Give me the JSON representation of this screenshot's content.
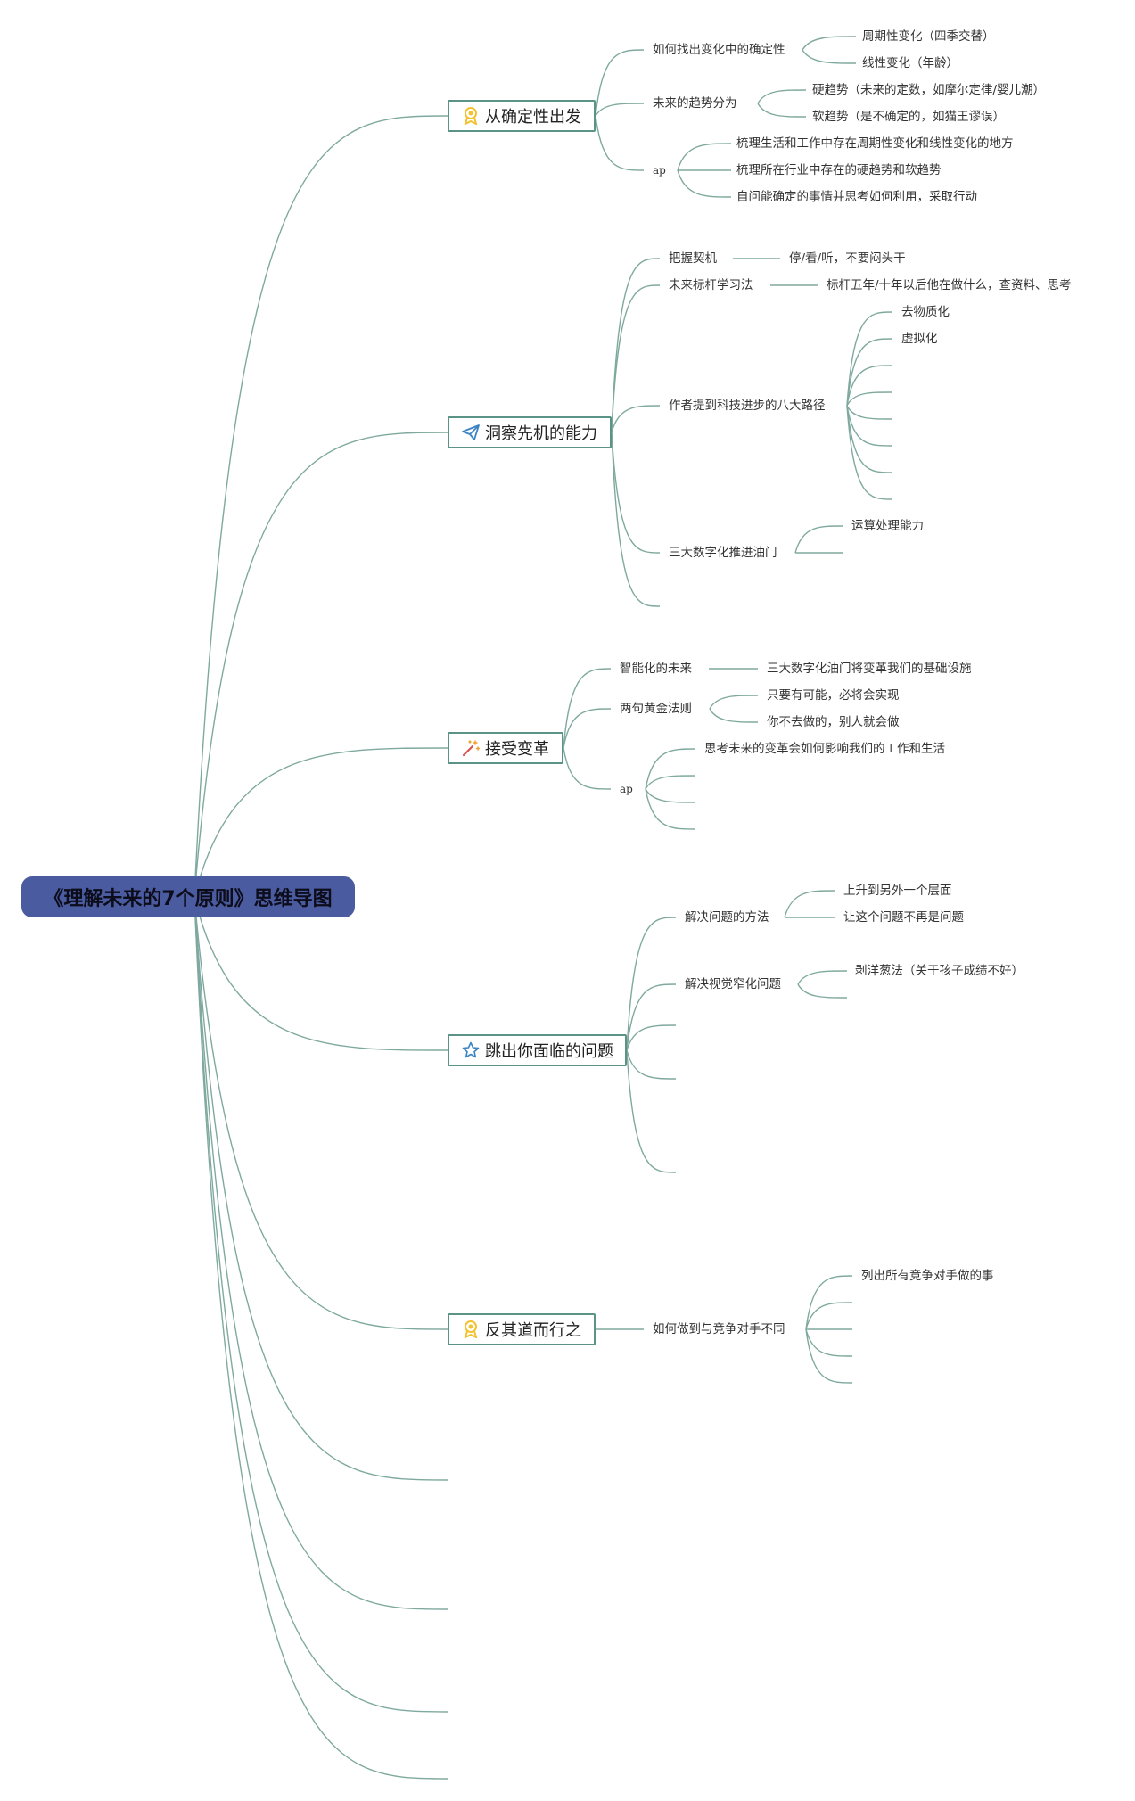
{
  "root": {
    "title": "《理解未来的7个原则》思维导图"
  },
  "branches": [
    {
      "label": "从确定性出发",
      "icon": "award-icon",
      "children": [
        {
          "label": "如何找出变化中的确定性",
          "children": [
            "周期性变化（四季交替）",
            "线性变化（年龄）"
          ]
        },
        {
          "label": "未来的趋势分为",
          "children": [
            "硬趋势（未来的定数，如摩尔定律/婴儿潮）",
            "软趋势（是不确定的，如猫王谬误）"
          ]
        },
        {
          "label": "ap",
          "children": [
            "梳理生活和工作中存在周期性变化和线性变化的地方",
            "梳理所在行业中存在的硬趋势和软趋势",
            "自问能确定的事情并思考如何利用，采取行动"
          ]
        }
      ]
    },
    {
      "label": "洞察先机的能力",
      "icon": "send-icon",
      "children": [
        {
          "label": "把握契机",
          "children": [
            "停/看/听，不要闷头干"
          ]
        },
        {
          "label": "未来标杆学习法",
          "children": [
            "标杆五年/十年以后他在做什么，查资料、思考"
          ]
        },
        {
          "label": "作者提到科技进步的八大路径",
          "children": [
            "去物质化",
            "虚拟化"
          ]
        },
        {
          "label": "三大数字化推进油门",
          "children": [
            "运算处理能力"
          ]
        }
      ]
    },
    {
      "label": "接受变革",
      "icon": "magic-wand-icon",
      "children": [
        {
          "label": "智能化的未来",
          "children": [
            "三大数字化油门将变革我们的基础设施"
          ]
        },
        {
          "label": "两句黄金法则",
          "children": [
            "只要有可能，必将会实现",
            "你不去做的，别人就会做"
          ]
        },
        {
          "label": "ap",
          "children": [
            "思考未来的变革会如何影响我们的工作和生活"
          ]
        }
      ]
    },
    {
      "label": "跳出你面临的问题",
      "icon": "star-icon",
      "children": [
        {
          "label": "解决问题的方法",
          "children": [
            "上升到另外一个层面",
            "让这个问题不再是问题"
          ]
        },
        {
          "label": "解决视觉窄化问题",
          "children": [
            "剥洋葱法（关于孩子成绩不好）"
          ]
        }
      ]
    },
    {
      "label": "反其道而行之",
      "icon": "award-icon",
      "children": [
        {
          "label": "如何做到与竞争对手不同",
          "children": [
            "列出所有竞争对手做的事"
          ]
        }
      ]
    }
  ],
  "colors": {
    "link": "#7fa99e",
    "root": "#4a5ba0",
    "branch_border": "#5c9387",
    "award": "#f2c230",
    "send": "#3b84c4",
    "wand": "#d9534f",
    "star": "#3b84c4"
  }
}
